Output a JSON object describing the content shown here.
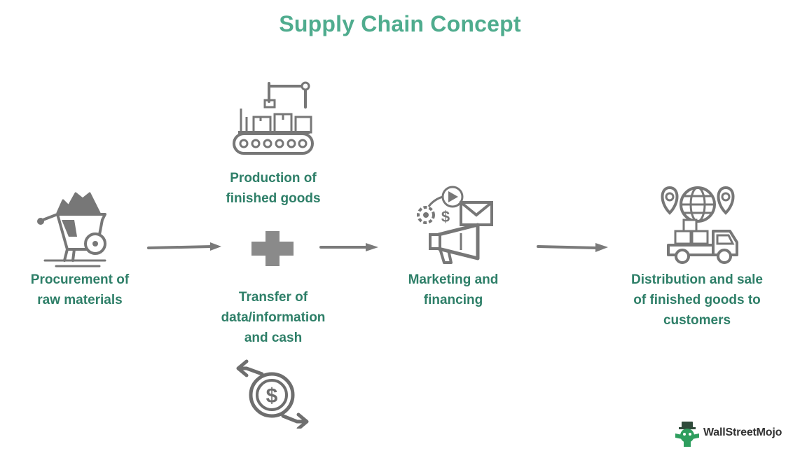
{
  "title": "Supply Chain Concept",
  "colors": {
    "title": "#4fac8e",
    "label": "#2e7f68",
    "icon": "#777777",
    "arrow": "#7a7a7a",
    "brand_green": "#2e9e5e"
  },
  "nodes": [
    {
      "id": "procurement",
      "lines": [
        "Procurement of",
        "raw materials"
      ],
      "icon": "wheelbarrow-icon"
    },
    {
      "id": "production",
      "lines": [
        "Production of",
        "finished goods"
      ],
      "icon": "conveyor-factory-icon"
    },
    {
      "id": "connector",
      "icon": "plus-icon"
    },
    {
      "id": "transfer",
      "lines": [
        "Transfer of",
        "data/information",
        "and cash"
      ],
      "icon": "cash-exchange-icon"
    },
    {
      "id": "marketing",
      "lines": [
        "Marketing and",
        "financing"
      ],
      "icon": "megaphone-marketing-icon"
    },
    {
      "id": "distribution",
      "lines": [
        "Distribution and sale",
        "of finished goods to",
        "customers"
      ],
      "icon": "delivery-truck-globe-icon"
    }
  ],
  "brand": {
    "name": "WallStreetMojo",
    "icon": "wallstreetmojo-logo-icon"
  }
}
